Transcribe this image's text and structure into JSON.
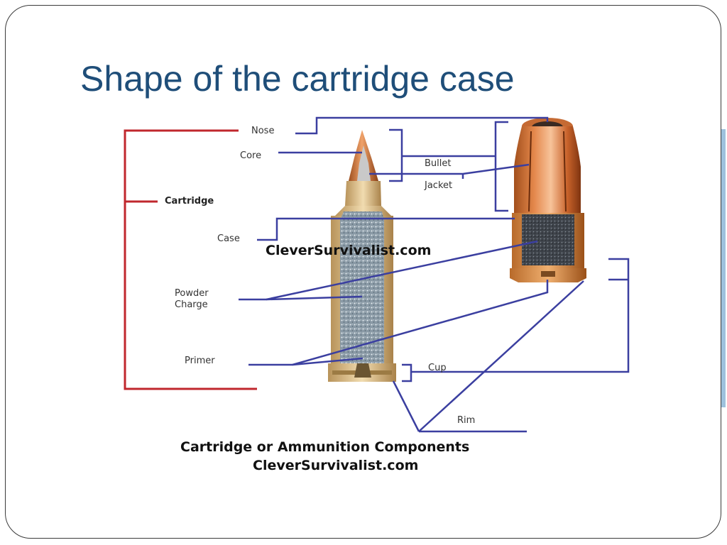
{
  "slide": {
    "title": "Shape of the cartridge case",
    "accent_color": "#1f4e79"
  },
  "diagram": {
    "labels": {
      "nose": "Nose",
      "core": "Core",
      "bullet": "Bullet",
      "jacket": "Jacket",
      "cartridge": "Cartridge",
      "case": "Case",
      "powder_line1": "Powder",
      "powder_line2": "Charge",
      "primer": "Primer",
      "cup": "Cup",
      "rim": "Rim"
    },
    "watermark": "CleverSurvivalist.com",
    "caption_line1": "Cartridge or Ammunition Components",
    "caption_line2": "CleverSurvivalist.com",
    "colors": {
      "leader_lines": "#3b3fa0",
      "cartridge_bracket": "#c0272d"
    }
  }
}
